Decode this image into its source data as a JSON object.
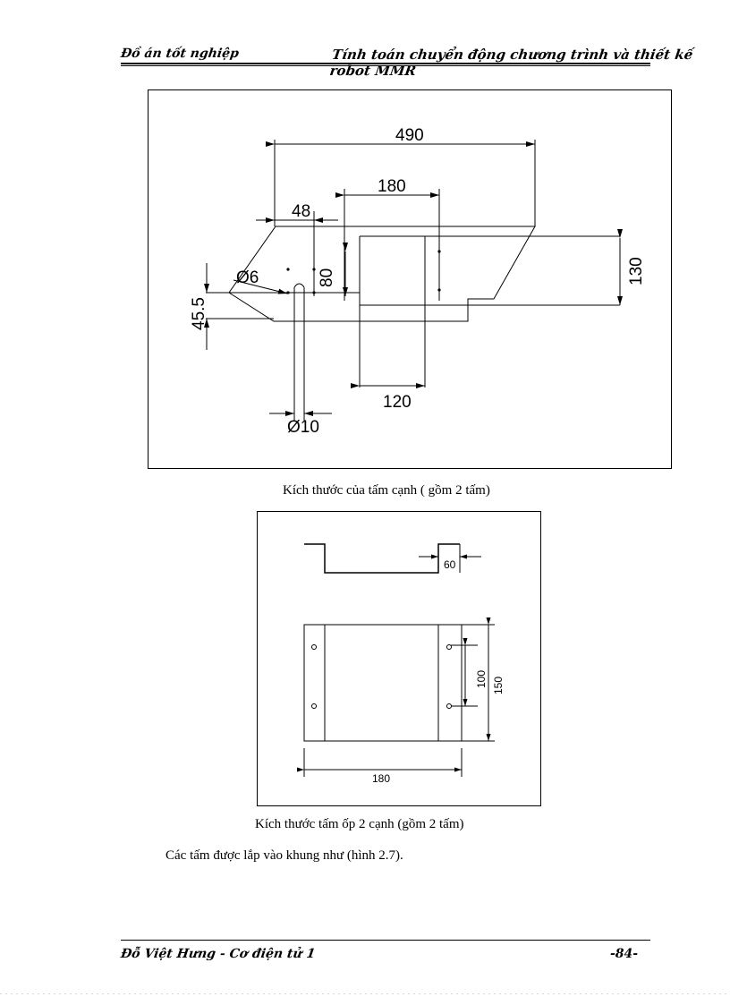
{
  "header": {
    "left": "Đồ án tốt nghiệp",
    "right": "Tính toán chuyển động chương trình và thiết kế robot MMR"
  },
  "figure1": {
    "dims": {
      "d490": "490",
      "d180": "180",
      "d48": "48",
      "d80": "80",
      "d130": "130",
      "d45_5": "45.5",
      "d6": "Ø6",
      "d120": "120",
      "d10": "Ø10"
    },
    "caption": "Kích thước của tấm cạnh ( gồm 2 tấm)"
  },
  "figure2": {
    "dims": {
      "d60": "60",
      "d100": "100",
      "d150": "150",
      "d180": "180"
    },
    "caption": "Kích thước tấm ốp 2 cạnh (gồm 2 tấm)"
  },
  "body": {
    "paragraph": "Các tấm được lắp vào khung như (hình 2.7)."
  },
  "footer": {
    "left": "Đỗ Việt Hưng - Cơ điện tử 1",
    "right": "-84-"
  }
}
